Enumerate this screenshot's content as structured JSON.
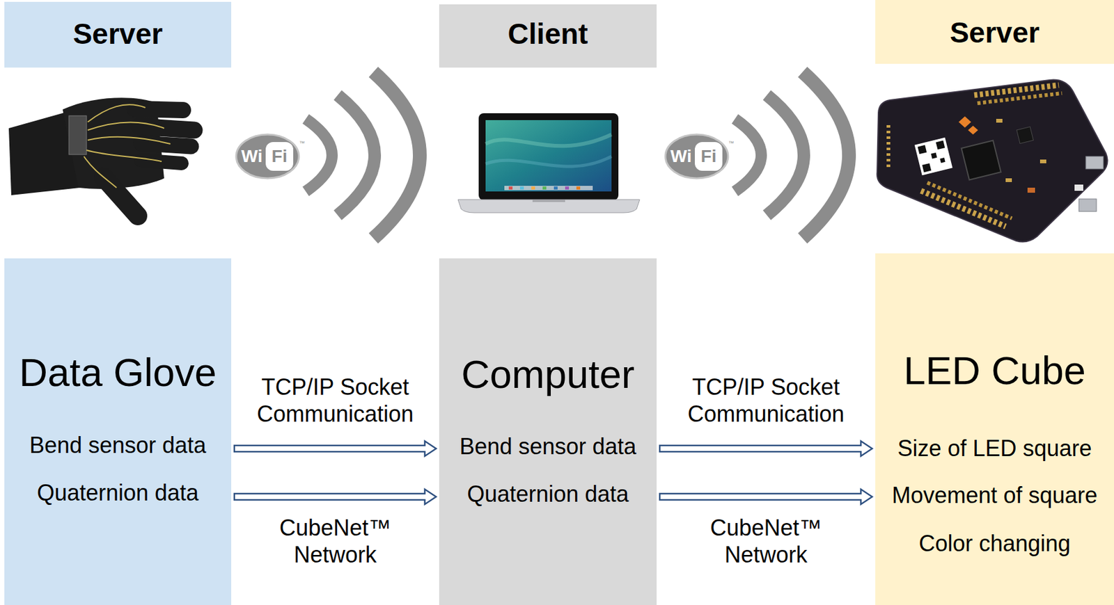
{
  "diagram": {
    "nodes": [
      {
        "text": [
          "Server"
        ]
      },
      {
        "text": [
          "Client"
        ]
      },
      {
        "text": [
          "Server"
        ]
      },
      {
        "text": [
          "Data Glove",
          "Bend sensor data",
          "Quaternion data"
        ]
      },
      {
        "text": [
          "Computer",
          "Bend sensor data",
          "Quaternion data"
        ]
      },
      {
        "text": [
          "LED Cube",
          "Size of LED square",
          "Movement of square",
          "Color changing"
        ]
      }
    ],
    "edges": [
      {
        "from": 3,
        "to": 4,
        "arrow": "to",
        "label": "TCP/IP Socket Communication"
      },
      {
        "from": 3,
        "to": 4,
        "arrow": "to",
        "label": "CubeNet™ Network"
      },
      {
        "from": 4,
        "to": 5,
        "arrow": "to",
        "label": "TCP/IP Socket Communication"
      },
      {
        "from": 4,
        "to": 5,
        "arrow": "to",
        "label": "CubeNet™ Network"
      }
    ],
    "labels": [
      "Wi",
      "Fi",
      "™",
      "Wi",
      "Fi",
      "™"
    ]
  }
}
